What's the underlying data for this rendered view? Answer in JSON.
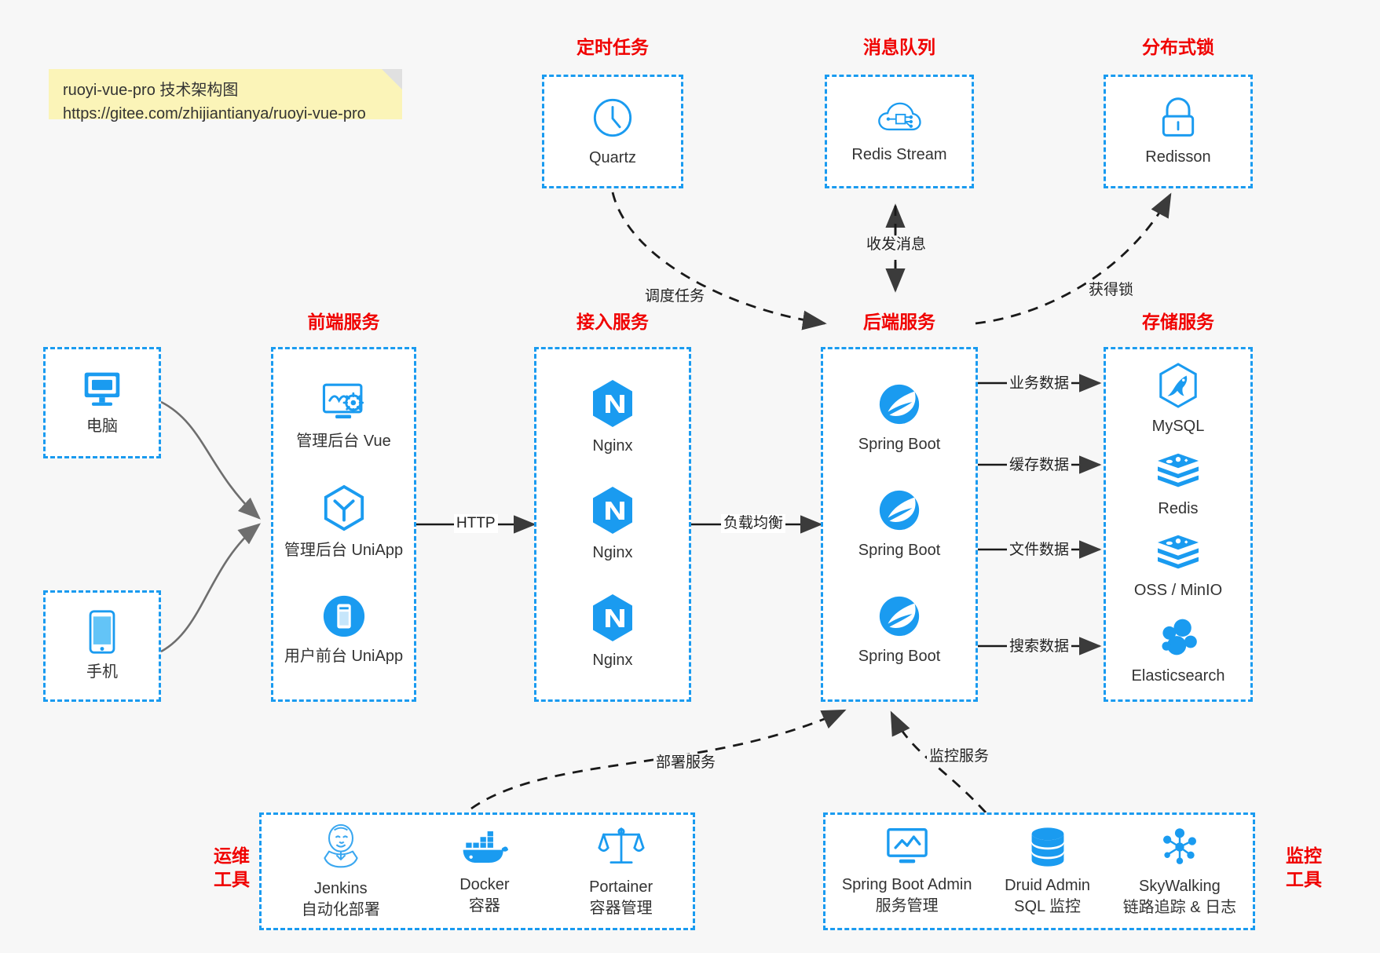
{
  "note": {
    "line1": "ruoyi-vue-pro 技术架构图",
    "line2": "https://gitee.com/zhijiantianya/ruoyi-vue-pro"
  },
  "groups": {
    "scheduler": {
      "label": "定时任务",
      "nodes": [
        {
          "name": "Quartz",
          "icon": "clock-icon"
        }
      ]
    },
    "mq": {
      "label": "消息队列",
      "nodes": [
        {
          "name": "Redis Stream",
          "icon": "cloud-network-icon"
        }
      ]
    },
    "lock": {
      "label": "分布式锁",
      "nodes": [
        {
          "name": "Redisson",
          "icon": "lock-icon"
        }
      ]
    },
    "clients": {
      "label": "",
      "nodes": [
        {
          "name": "电脑",
          "icon": "desktop-icon"
        },
        {
          "name": "手机",
          "icon": "phone-icon"
        }
      ]
    },
    "frontend": {
      "label": "前端服务",
      "nodes": [
        {
          "name": "管理后台 Vue",
          "icon": "monitor-gear-icon"
        },
        {
          "name": "管理后台 UniApp",
          "icon": "hexagon-y-icon"
        },
        {
          "name": "用户前台 UniApp",
          "icon": "mobile-filled-icon"
        }
      ]
    },
    "gateway": {
      "label": "接入服务",
      "nodes": [
        {
          "name": "Nginx",
          "icon": "nginx-icon"
        },
        {
          "name": "Nginx",
          "icon": "nginx-icon"
        },
        {
          "name": "Nginx",
          "icon": "nginx-icon"
        }
      ]
    },
    "backend": {
      "label": "后端服务",
      "nodes": [
        {
          "name": "Spring Boot",
          "icon": "spring-boot-icon"
        },
        {
          "name": "Spring Boot",
          "icon": "spring-boot-icon"
        },
        {
          "name": "Spring Boot",
          "icon": "spring-boot-icon"
        }
      ]
    },
    "storage": {
      "label": "存储服务",
      "nodes": [
        {
          "name": "MySQL",
          "icon": "mysql-icon"
        },
        {
          "name": "Redis",
          "icon": "redis-icon"
        },
        {
          "name": "OSS / MinIO",
          "icon": "oss-minio-icon"
        },
        {
          "name": "Elasticsearch",
          "icon": "elasticsearch-icon"
        }
      ]
    },
    "devops": {
      "label": "运维\n工具",
      "label_line1": "运维",
      "label_line2": "工具",
      "nodes": [
        {
          "name": "Jenkins",
          "sub": "自动化部署",
          "icon": "jenkins-icon"
        },
        {
          "name": "Docker",
          "sub": "容器",
          "icon": "docker-icon"
        },
        {
          "name": "Portainer",
          "sub": "容器管理",
          "icon": "scales-icon"
        }
      ]
    },
    "monitoring": {
      "label_line1": "监控",
      "label_line2": "工具",
      "nodes": [
        {
          "name": "Spring Boot Admin",
          "sub": "服务管理",
          "icon": "monitor-chart-icon"
        },
        {
          "name": "Druid Admin",
          "sub": "SQL 监控",
          "icon": "database-icon"
        },
        {
          "name": "SkyWalking",
          "sub": "链路追踪 & 日志",
          "icon": "skywalking-icon"
        }
      ]
    }
  },
  "edges": {
    "http": "HTTP",
    "load_balance": "负载均衡",
    "schedule_task": "调度任务",
    "send_receive_message": "收发消息",
    "acquire_lock": "获得锁",
    "business_data": "业务数据",
    "cache_data": "缓存数据",
    "file_data": "文件数据",
    "search_data": "搜索数据",
    "deploy_service": "部署服务",
    "monitor_service": "监控服务"
  },
  "colors": {
    "accent": "#1a9bf0",
    "label_red": "#f00100",
    "note_bg": "#fbf4b8",
    "background": "#f7f7f7"
  }
}
